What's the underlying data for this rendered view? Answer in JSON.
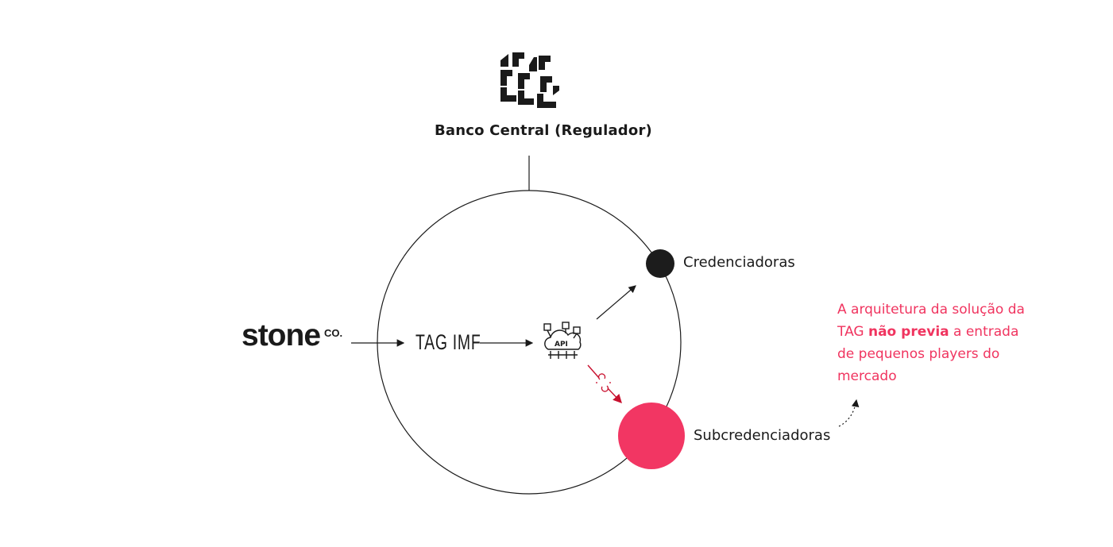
{
  "regulator": {
    "label": "Banco Central (Regulador)",
    "logo_icon": "banco-central-logo"
  },
  "origin": {
    "logo_text": "stone",
    "logo_suffix": "CO."
  },
  "system": {
    "label": "TAG IMF"
  },
  "api": {
    "icon": "api-cloud-gear-icon",
    "text": "API"
  },
  "nodes": {
    "acquirers": "Credenciadoras",
    "subacquirers": "Subcredenciadoras"
  },
  "note": {
    "part1": "A arquitetura da solução da TAG ",
    "highlight": "não previa",
    "part2": " a entrada de pequenos players do mercado"
  },
  "colors": {
    "accent": "#f0345f",
    "broken_link": "#c8102e",
    "ink": "#1a1a1a"
  }
}
